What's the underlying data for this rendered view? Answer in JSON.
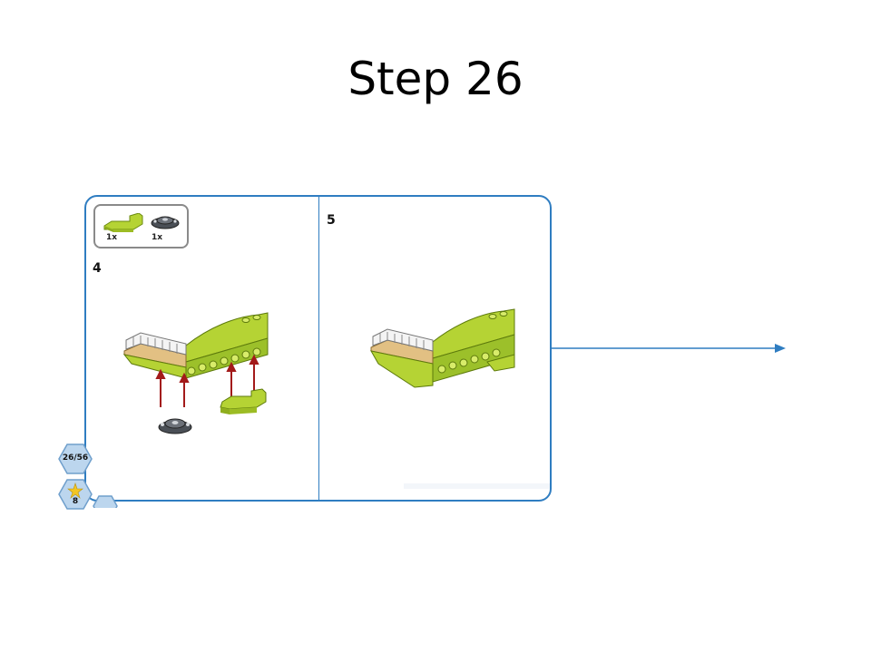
{
  "slide": {
    "title": "Step 26"
  },
  "parts_list": [
    {
      "icon": "lime-slope-brick-icon",
      "qty": "1x"
    },
    {
      "icon": "dark-turntable-plate-icon",
      "qty": "1x"
    }
  ],
  "steps": [
    {
      "number": "4"
    },
    {
      "number": "5"
    }
  ],
  "page_badge": {
    "label": "26/56"
  },
  "activity_badge": {
    "label": "8"
  },
  "colors": {
    "frame": "#2f7dc1",
    "lime": "#b5d334",
    "arrow_red": "#a31a1a",
    "tan": "#e2c083",
    "badge_fill": "#bcd6ee"
  }
}
